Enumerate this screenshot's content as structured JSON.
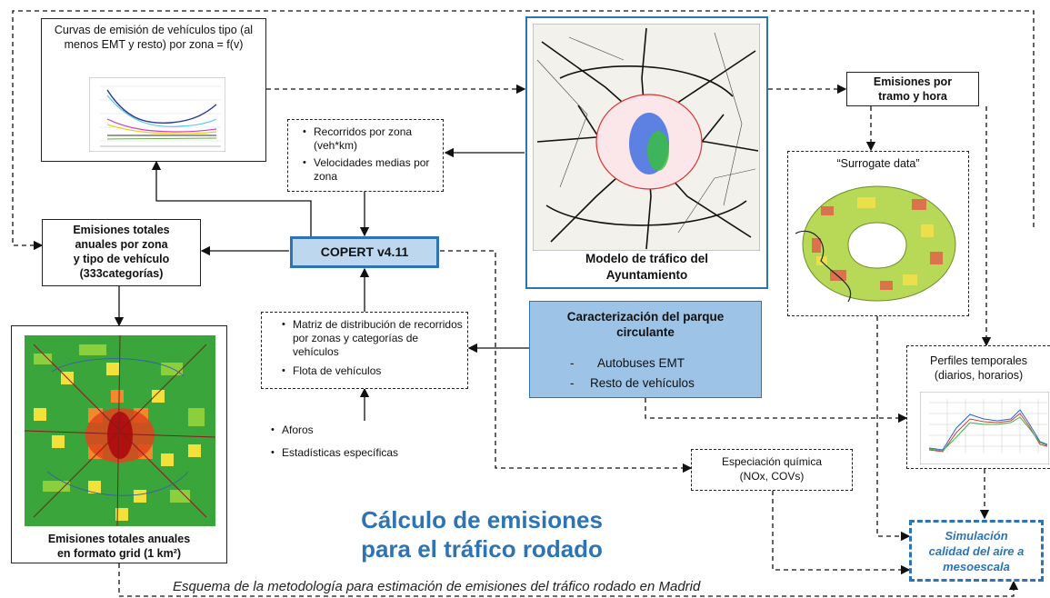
{
  "curves_box": {
    "text": "Curvas de emisión de vehículos tipo (al menos EMT y resto) por zona = f(v)"
  },
  "traffic_model": {
    "caption_line1": "Modelo de tráfico del",
    "caption_line2": "Ayuntamiento"
  },
  "emissions_segment": {
    "line1": "Emisiones por",
    "line2": "tramo y hora"
  },
  "recorridos_box": {
    "items": [
      "Recorridos por zona (veh*km)",
      "Velocidades medias por zona"
    ]
  },
  "surrogate": {
    "title": "“Surrogate data”"
  },
  "totals_box": {
    "line1": "Emisiones totales",
    "line2": "anuales  por zona",
    "line3": "y tipo de vehículo",
    "line4": "(333categorías)"
  },
  "copert": {
    "label": "COPERT v4.11"
  },
  "parque": {
    "title_line1": "Caracterización del parque",
    "title_line2": "circulante",
    "item1": "Autobuses EMT",
    "item2": "Resto de vehículos"
  },
  "matrix_box": {
    "items": [
      "Matriz de distribución de recorridos por zonas y categorías de vehículos",
      "Flota de vehículos"
    ]
  },
  "inputs": {
    "items": [
      "Aforos",
      "Estadísticas específicas"
    ]
  },
  "perfiles": {
    "line1": "Perfiles temporales",
    "line2": "(diarios, horarios)"
  },
  "speciation": {
    "line1": "Especiación química",
    "line2": "(NOx, COVs)"
  },
  "grid_caption": {
    "line1": "Emisiones totales anuales",
    "line2": "en formato grid (1 km²)"
  },
  "main_title": {
    "line1": "Cálculo de emisiones",
    "line2": "para el tráfico rodado"
  },
  "simulation": {
    "line1": "Simulación",
    "line2": "calidad del aire a",
    "line3": "mesoescala"
  },
  "footer": {
    "caption": "Esquema de la metodología para estimación de emisiones del tráfico rodado en Madrid"
  },
  "colors": {
    "title_blue": "#2e74b5",
    "copert_fill": "#bdd7ee",
    "copert_border": "#2e74b5",
    "parque_fill": "#9dc3e6",
    "sim_border": "#2e74b5",
    "sim_text": "#2e74b5"
  }
}
